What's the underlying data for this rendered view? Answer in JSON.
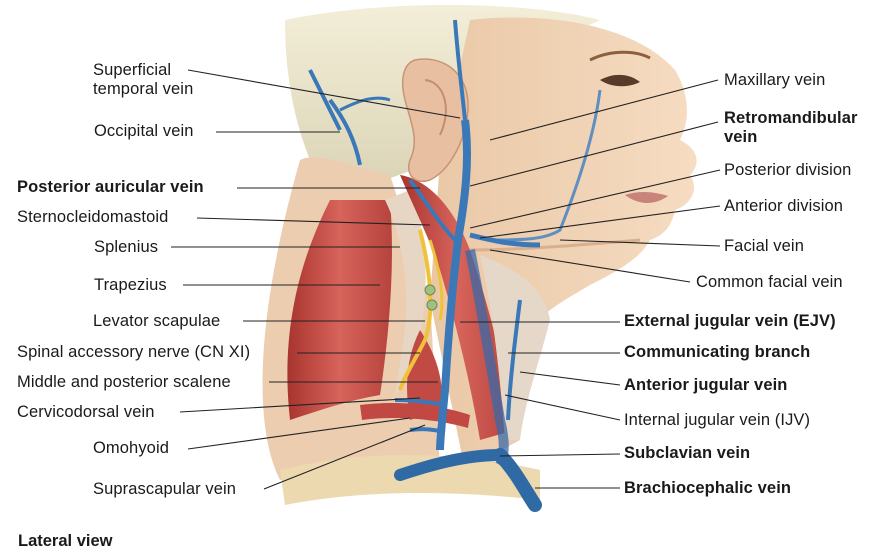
{
  "view_label": "Lateral view",
  "labels_left": [
    {
      "id": "superficial-temporal-vein",
      "lines": [
        "Superficial",
        "temporal vein"
      ],
      "bold": false
    },
    {
      "id": "occipital-vein",
      "lines": [
        "Occipital vein"
      ],
      "bold": false
    },
    {
      "id": "posterior-auricular-vein",
      "lines": [
        "Posterior auricular vein"
      ],
      "bold": true
    },
    {
      "id": "sternocleidomastoid",
      "lines": [
        "Sternocleidomastoid"
      ],
      "bold": false
    },
    {
      "id": "splenius",
      "lines": [
        "Splenius"
      ],
      "bold": false
    },
    {
      "id": "trapezius",
      "lines": [
        "Trapezius"
      ],
      "bold": false
    },
    {
      "id": "levator-scapulae",
      "lines": [
        "Levator scapulae"
      ],
      "bold": false
    },
    {
      "id": "spinal-accessory-nerve",
      "lines": [
        "Spinal accessory nerve (CN XI)"
      ],
      "bold": false
    },
    {
      "id": "middle-posterior-scalene",
      "lines": [
        "Middle and posterior scalene"
      ],
      "bold": false
    },
    {
      "id": "cervicodorsal-vein",
      "lines": [
        "Cervicodorsal vein"
      ],
      "bold": false
    },
    {
      "id": "omohyoid",
      "lines": [
        "Omohyoid"
      ],
      "bold": false
    },
    {
      "id": "suprascapular-vein",
      "lines": [
        "Suprascapular vein"
      ],
      "bold": false
    }
  ],
  "labels_right": [
    {
      "id": "maxillary-vein",
      "lines": [
        "Maxillary vein"
      ],
      "bold": false
    },
    {
      "id": "retromandibular-vein",
      "lines": [
        "Retromandibular",
        "vein"
      ],
      "bold": true
    },
    {
      "id": "posterior-division",
      "lines": [
        "Posterior division"
      ],
      "bold": false
    },
    {
      "id": "anterior-division",
      "lines": [
        "Anterior division"
      ],
      "bold": false
    },
    {
      "id": "facial-vein",
      "lines": [
        "Facial vein"
      ],
      "bold": false
    },
    {
      "id": "common-facial-vein",
      "lines": [
        "Common facial vein"
      ],
      "bold": false
    },
    {
      "id": "external-jugular-vein",
      "lines": [
        "External jugular vein (EJV)"
      ],
      "bold": true
    },
    {
      "id": "communicating-branch",
      "lines": [
        "Communicating branch"
      ],
      "bold": true
    },
    {
      "id": "anterior-jugular-vein",
      "lines": [
        "Anterior jugular vein"
      ],
      "bold": true
    },
    {
      "id": "internal-jugular-vein",
      "lines": [
        "Internal jugular vein (IJV)"
      ],
      "bold": false
    },
    {
      "id": "subclavian-vein",
      "lines": [
        "Subclavian vein"
      ],
      "bold": true
    },
    {
      "id": "brachiocephalic-vein",
      "lines": [
        "Brachiocephalic vein"
      ],
      "bold": true
    }
  ],
  "colors": {
    "skin": "#f1d6b8",
    "muscle": "#c9504a",
    "vein": "#3a78b8",
    "nerve": "#f0c23a",
    "fascia": "#e8ddd0"
  }
}
